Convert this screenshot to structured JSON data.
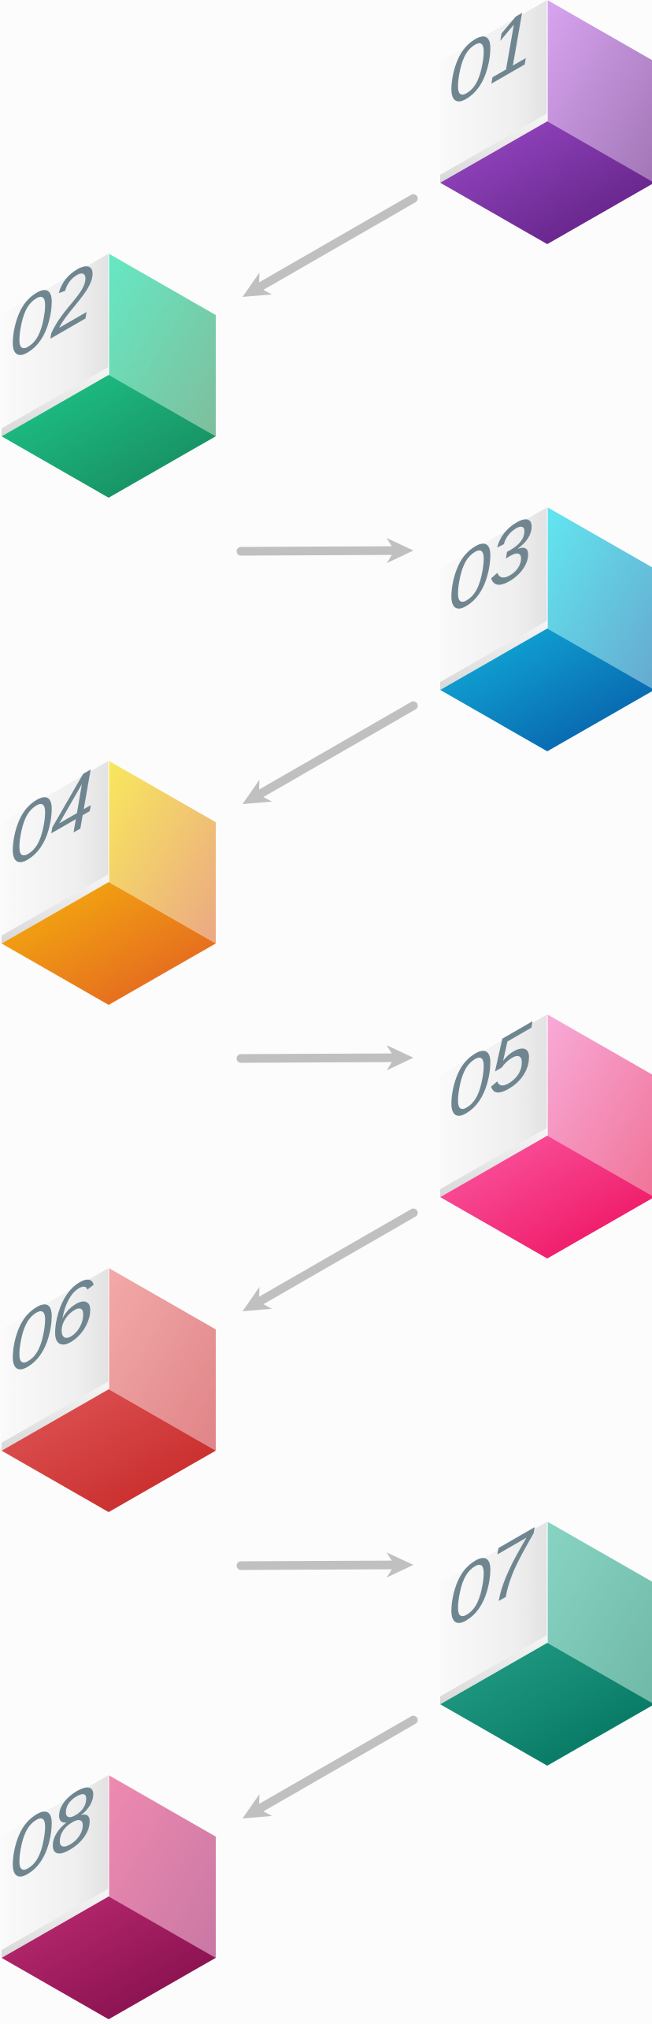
{
  "diagram": {
    "steps": [
      {
        "label": "01",
        "colors": {
          "light": "#d8a4f0",
          "side": "#a176b6",
          "top": "#9a4bc8",
          "deep": "#5b1c7c"
        }
      },
      {
        "label": "02",
        "colors": {
          "light": "#65e8c3",
          "side": "#7fbe9c",
          "top": "#1ec88c",
          "deep": "#17845a"
        }
      },
      {
        "label": "03",
        "colors": {
          "light": "#62e6f0",
          "side": "#66a9cf",
          "top": "#12b2dc",
          "deep": "#0655a4"
        }
      },
      {
        "label": "04",
        "colors": {
          "light": "#f8e85c",
          "side": "#eba884",
          "top": "#f6b40c",
          "deep": "#e15a24"
        }
      },
      {
        "label": "05",
        "colors": {
          "light": "#f8aad8",
          "side": "#f07498",
          "top": "#fc5ca4",
          "deep": "#ec0c5c"
        }
      },
      {
        "label": "06",
        "colors": {
          "light": "#f2aaa8",
          "side": "#e08488",
          "top": "#e05858",
          "deep": "#c42424"
        }
      },
      {
        "label": "07",
        "colors": {
          "light": "#88d4c2",
          "side": "#70b8a8",
          "top": "#26a088",
          "deep": "#00705c"
        }
      },
      {
        "label": "08",
        "colors": {
          "light": "#ef8ab0",
          "side": "#c878a4",
          "top": "#c02c74",
          "deep": "#7c0c48"
        }
      }
    ],
    "connector_color": "#c0c0c0"
  }
}
